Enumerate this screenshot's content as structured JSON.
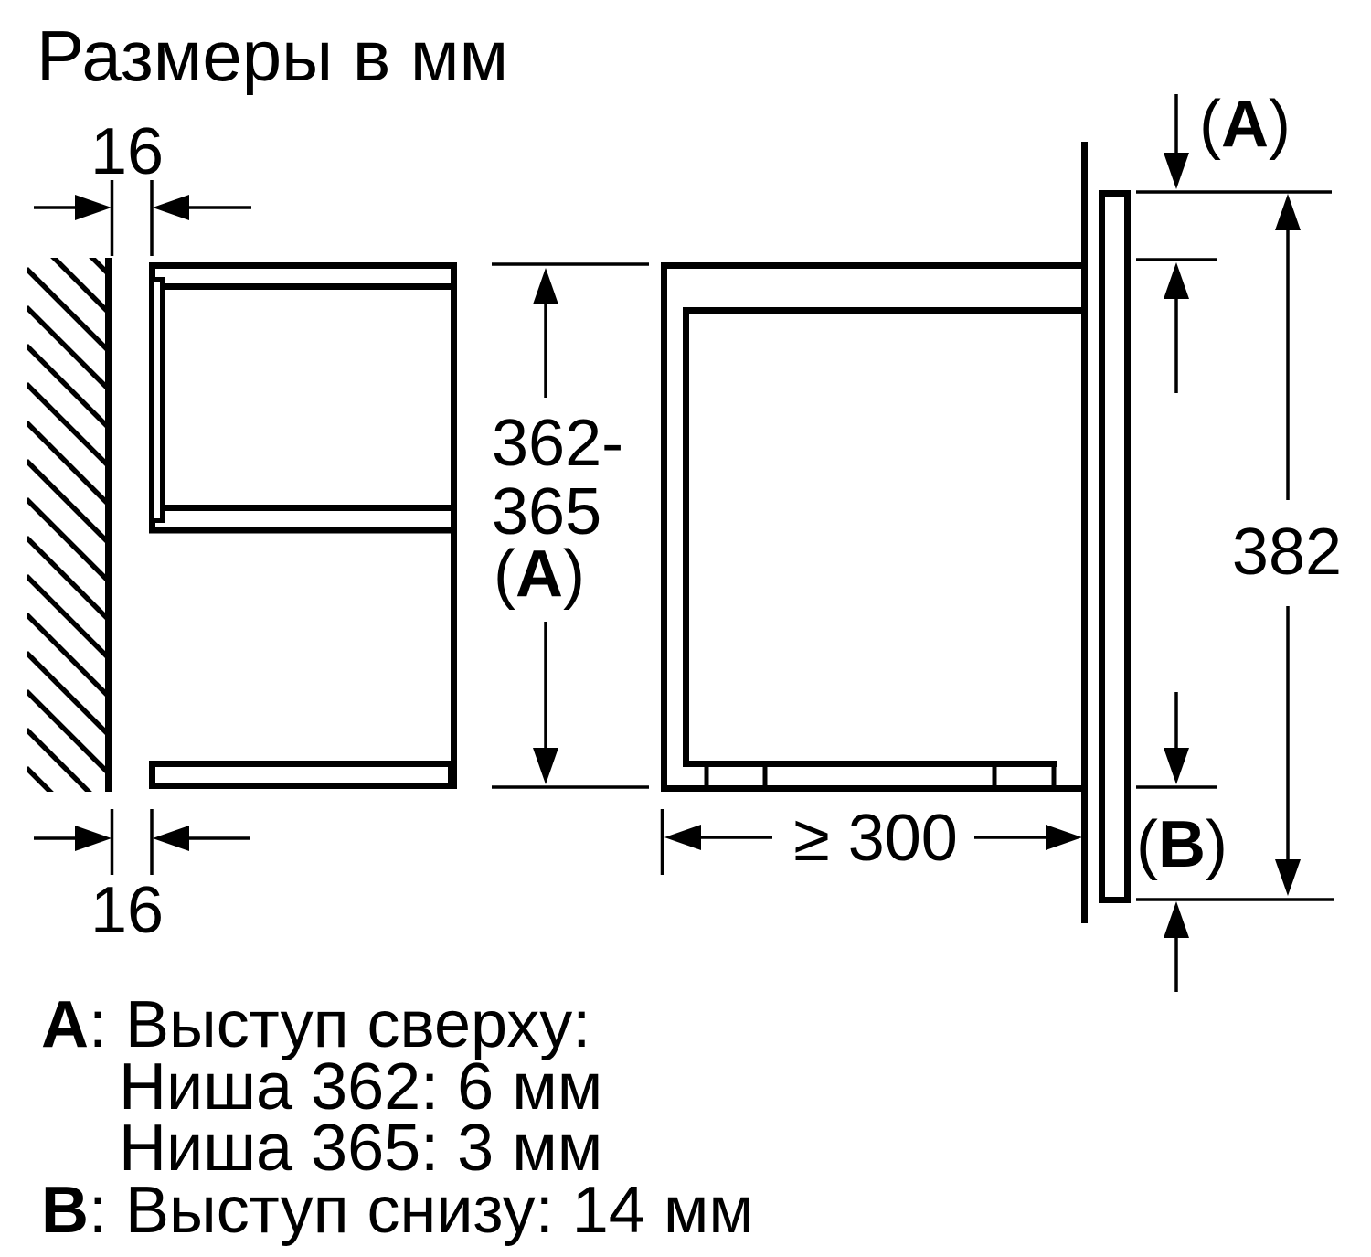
{
  "title": "Размеры в мм",
  "colors": {
    "ink": "#000000",
    "paper": "#ffffff"
  },
  "left_view": {
    "gap_top": "16",
    "gap_bottom": "16",
    "niche_height": {
      "line1": "362-",
      "line2": "365",
      "line3_open": "(",
      "line3_key": "A",
      "line3_close": ")"
    }
  },
  "right_view": {
    "top_protrusion": {
      "open": "(",
      "key": "A",
      "close": ")"
    },
    "front_height": "382",
    "bottom_protrusion": {
      "open": "(",
      "key": "B",
      "close": ")"
    },
    "min_depth": "≥ 300"
  },
  "legend": {
    "row_a_key": "A",
    "row_a_text": ": Выступ сверху:",
    "row_a_sub1": "Ниша 362: 6 мм",
    "row_a_sub2": "Ниша 365: 3 мм",
    "row_b_key": "B",
    "row_b_text": ": Выступ снизу: 14 мм"
  }
}
